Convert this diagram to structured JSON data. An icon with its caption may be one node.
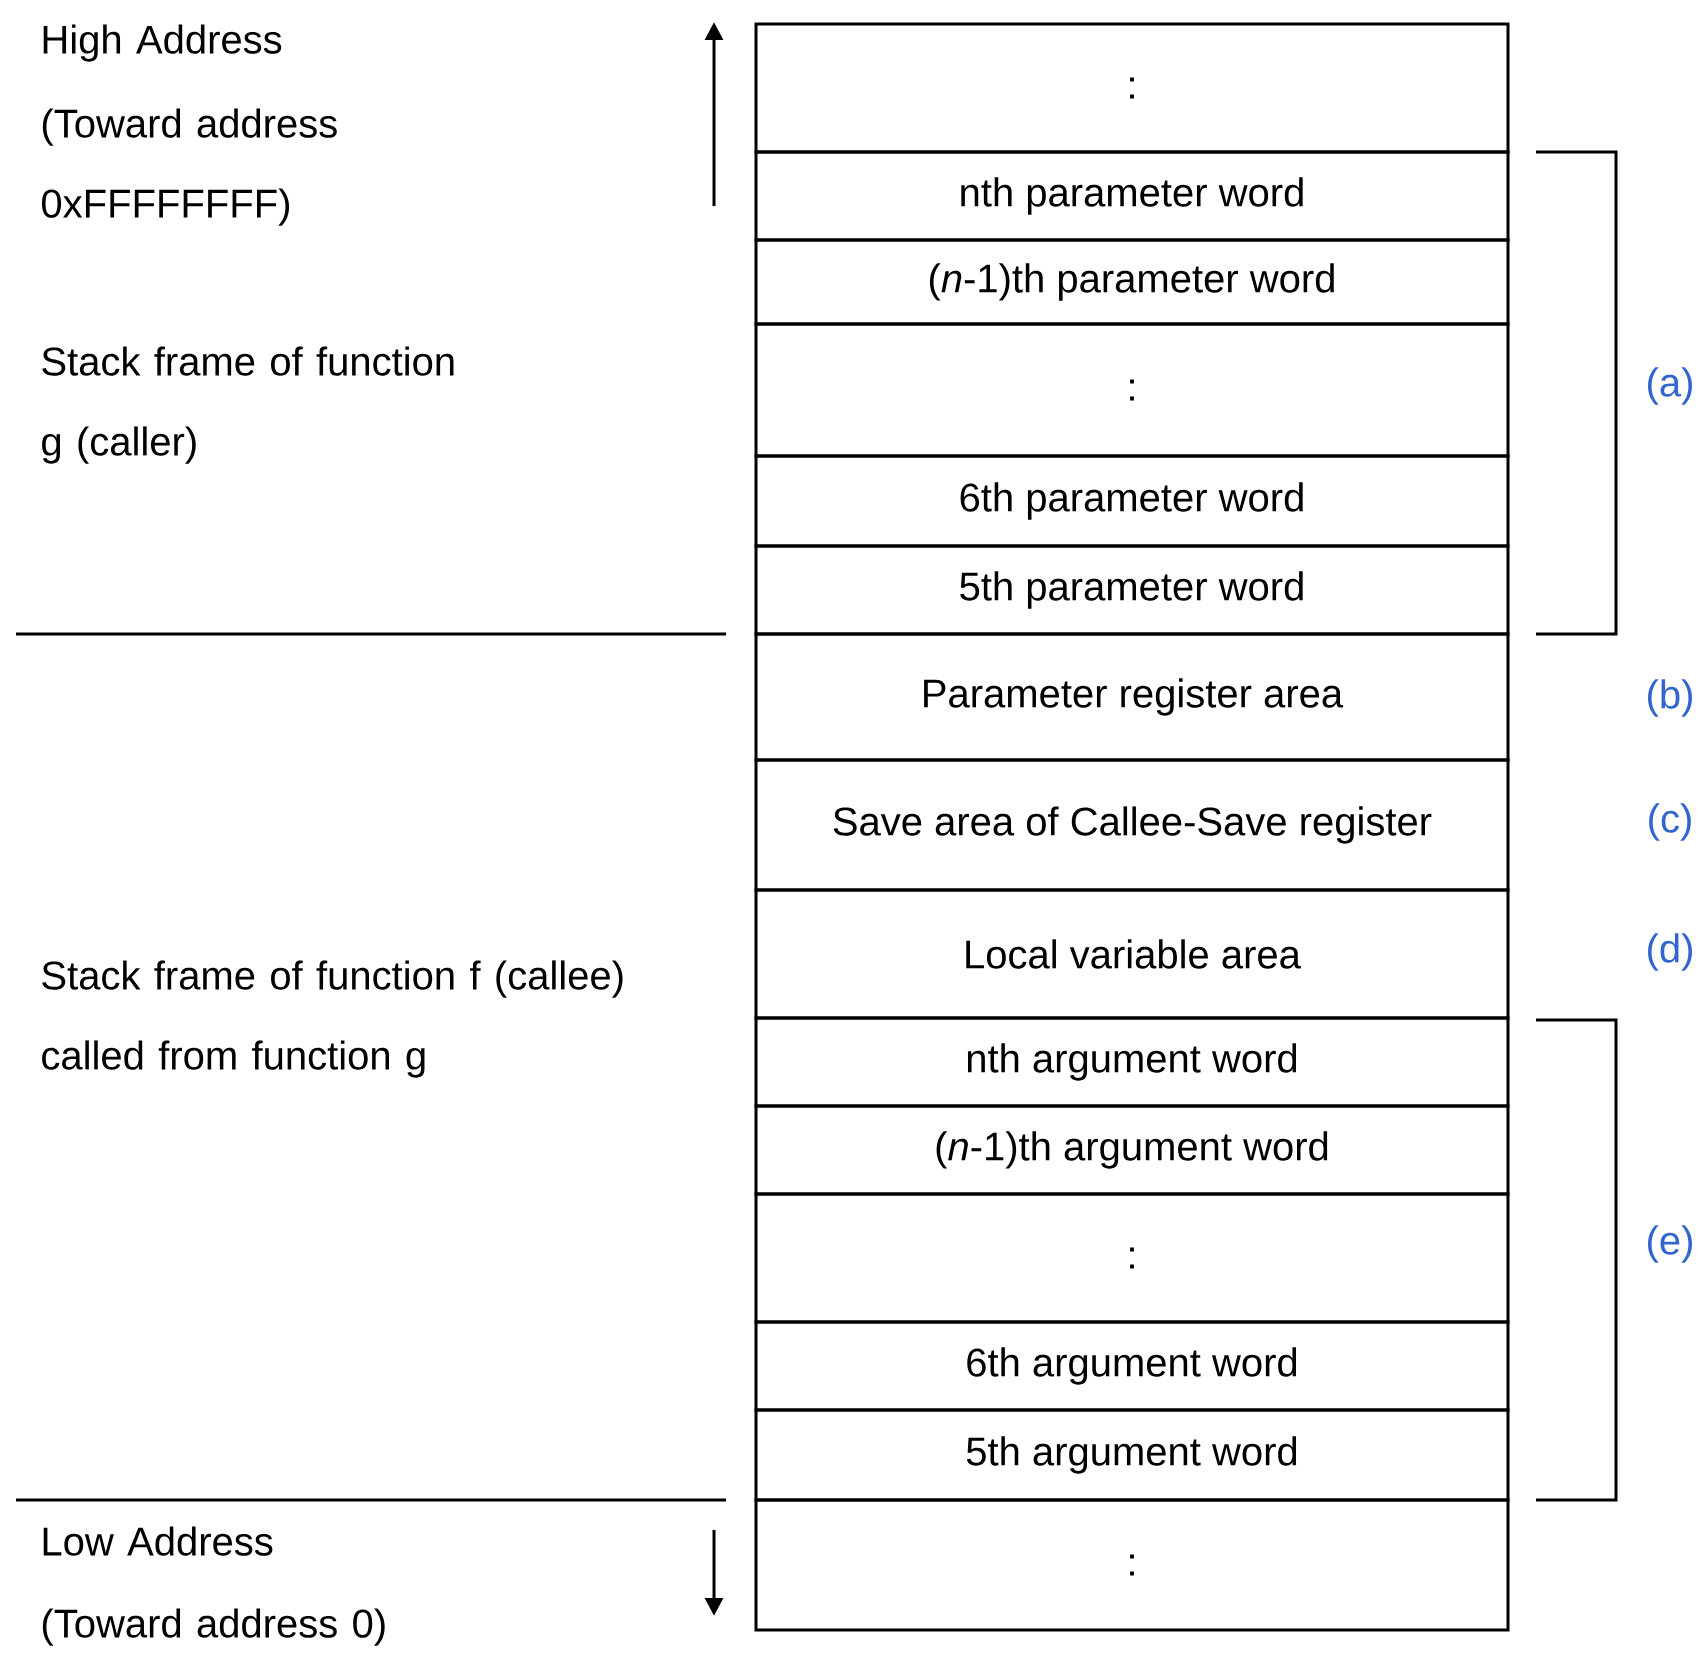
{
  "diagram": {
    "nodes": [
      {
        "text": [
          ":"
        ]
      },
      {
        "text": [
          "nth parameter word"
        ]
      },
      {
        "text": [
          "(*n*-1)th parameter word"
        ]
      },
      {
        "text": [
          ":"
        ]
      },
      {
        "text": [
          "6th parameter word"
        ]
      },
      {
        "text": [
          "5th parameter word"
        ]
      },
      {
        "text": [
          "Parameter register area"
        ]
      },
      {
        "text": [
          "Save area of Callee-Save register"
        ]
      },
      {
        "text": [
          "Local variable area"
        ]
      },
      {
        "text": [
          "nth argument word"
        ]
      },
      {
        "text": [
          "(*n*-1)th argument word"
        ]
      },
      {
        "text": [
          ":"
        ]
      },
      {
        "text": [
          "6th argument word"
        ]
      },
      {
        "text": [
          "5th argument word"
        ]
      },
      {
        "text": [
          ":"
        ]
      }
    ],
    "edges": [],
    "labels": [
      "High Address",
      "(Toward address 0xFFFFFFFF)",
      "Stack frame of function g (caller)",
      "(a)",
      "(b)",
      "(c)",
      "Stack frame of function f (callee) called from function g",
      "(d)",
      "(e)",
      "Low Address",
      "(Toward address 0)"
    ]
  }
}
